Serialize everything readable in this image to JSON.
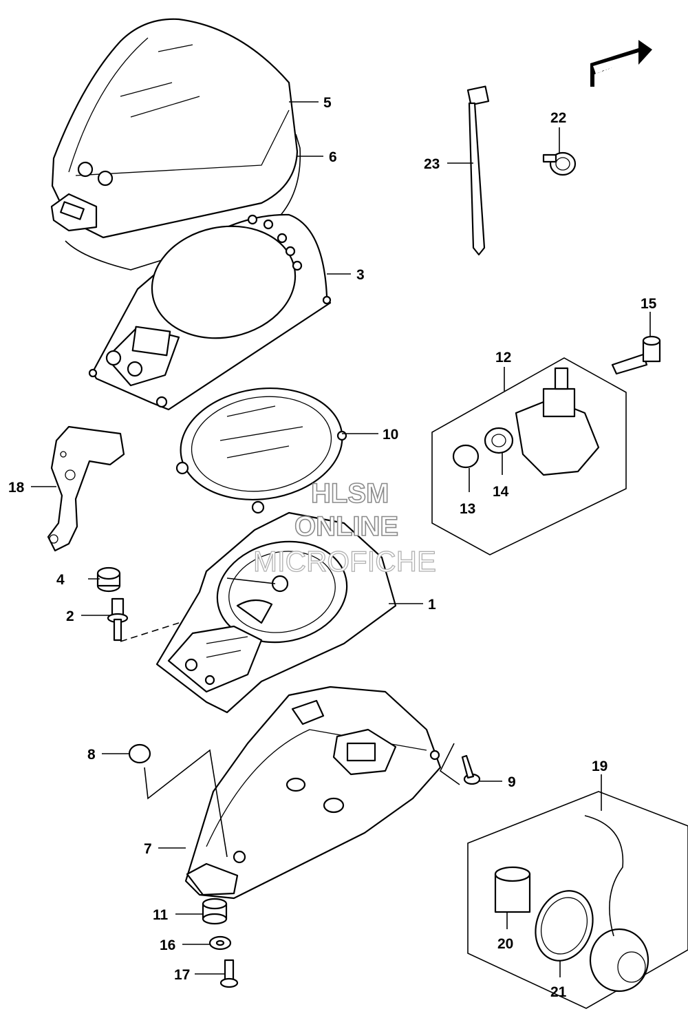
{
  "fwd_label": "FWD",
  "watermark": {
    "line1": "HLSM",
    "line2": "ONLINE",
    "line3": "MICROFICHE"
  },
  "callouts": {
    "p1": "1",
    "p2": "2",
    "p3": "3",
    "p4": "4",
    "p5": "5",
    "p6": "6",
    "p7": "7",
    "p8": "8",
    "p9": "9",
    "p10": "10",
    "p11": "11",
    "p12": "12",
    "p13": "13",
    "p14": "14",
    "p15": "15",
    "p16": "16",
    "p17": "17",
    "p18": "18",
    "p19": "19",
    "p20": "20",
    "p21": "21",
    "p22": "22",
    "p23": "23"
  }
}
